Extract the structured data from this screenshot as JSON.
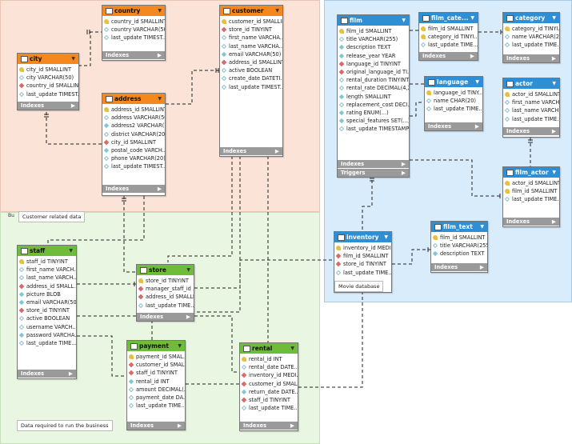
{
  "regions": {
    "customer": {
      "label": "Customer related data"
    },
    "business": {
      "label": "Data required to run the business",
      "tag": "Bu"
    },
    "movie": {
      "label": "Movie database"
    }
  },
  "colors": {
    "orange": "#f5871f",
    "blue": "#2f8fd4",
    "green": "#6fbb3a"
  },
  "tables": {
    "country": {
      "name": "country",
      "cols": [
        "country_id SMALLINT",
        "country VARCHAR(50)",
        "last_update TIMEST..."
      ],
      "sections": [
        "Indexes"
      ]
    },
    "city": {
      "name": "city",
      "cols": [
        "city_id SMALLINT",
        "city VARCHAR(50)",
        "country_id SMALLINT",
        "last_update TIMEST..."
      ],
      "sections": [
        "Indexes"
      ]
    },
    "customer": {
      "name": "customer",
      "cols": [
        "customer_id SMALLINT",
        "store_id TINYINT",
        "first_name VARCHA...",
        "last_name VARCHA...",
        "email VARCHAR(50)",
        "address_id SMALLINT",
        "active BOOLEAN",
        "create_date DATETI...",
        "last_update TIMEST..."
      ],
      "sections": [
        "Indexes"
      ]
    },
    "address": {
      "name": "address",
      "cols": [
        "address_id SMALLINT",
        "address VARCHAR(50)",
        "address2 VARCHAR(...",
        "district VARCHAR(20)",
        "city_id SMALLINT",
        "postal_code VARCH...",
        "phone VARCHAR(20)",
        "last_update TIMEST..."
      ],
      "sections": [
        "Indexes"
      ]
    },
    "film": {
      "name": "film",
      "cols": [
        "film_id SMALLINT",
        "title VARCHAR(255)",
        "description TEXT",
        "release_year YEAR",
        "language_id TINYINT",
        "original_language_id TI...",
        "rental_duration TINYINT",
        "rental_rate DECIMAL(4,2)",
        "length SMALLINT",
        "replacement_cost DECI...",
        "rating ENUM(...)",
        "special_features SET(...)",
        "last_update TIMESTAMP"
      ],
      "sections": [
        "Indexes",
        "Triggers"
      ]
    },
    "film_category": {
      "name": "film_cate...",
      "cols": [
        "film_id SMALLINT",
        "category_id TINYI...",
        "last_update TIME..."
      ],
      "sections": [
        "Indexes"
      ]
    },
    "category": {
      "name": "category",
      "cols": [
        "category_id TINYI...",
        "name VARCHAR(25)",
        "last_update TIME..."
      ],
      "sections": [
        "Indexes"
      ]
    },
    "language": {
      "name": "language",
      "cols": [
        "language_id TINY...",
        "name CHAR(20)",
        "last_update TIME..."
      ],
      "sections": [
        "Indexes"
      ]
    },
    "actor": {
      "name": "actor",
      "cols": [
        "actor_id SMALLINT",
        "first_name VARCH...",
        "last_name VARCH...",
        "last_update TIME..."
      ],
      "sections": [
        "Indexes"
      ]
    },
    "film_actor": {
      "name": "film_actor",
      "cols": [
        "actor_id SMALLINT",
        "film_id SMALLINT",
        "last_update TIME..."
      ],
      "sections": [
        "Indexes"
      ]
    },
    "film_text": {
      "name": "film_text",
      "cols": [
        "film_id SMALLINT",
        "title VARCHAR(255)",
        "description TEXT"
      ],
      "sections": [
        "Indexes"
      ]
    },
    "inventory": {
      "name": "inventory",
      "cols": [
        "inventory_id MEDI...",
        "film_id SMALLINT",
        "store_id TINYINT",
        "last_update TIME..."
      ],
      "sections": []
    },
    "staff": {
      "name": "staff",
      "cols": [
        "staff_id TINYINT",
        "first_name VARCH...",
        "last_name VARCH...",
        "address_id SMALL...",
        "picture BLOB",
        "email VARCHAR(50)",
        "store_id TINYINT",
        "active BOOLEAN",
        "username VARCH...",
        "password VARCHA...",
        "last_update TIME..."
      ],
      "sections": [
        "Indexes"
      ]
    },
    "store": {
      "name": "store",
      "cols": [
        "store_id TINYINT",
        "manager_staff_id ...",
        "address_id SMALLI...",
        "last_update TIME..."
      ],
      "sections": [
        "Indexes"
      ]
    },
    "payment": {
      "name": "payment",
      "cols": [
        "payment_id SMAL...",
        "customer_id SMAL...",
        "staff_id TINYINT",
        "rental_id INT",
        "amount DECIMAL(...",
        "payment_date DA...",
        "last_update TIME..."
      ],
      "sections": [
        "Indexes"
      ]
    },
    "rental": {
      "name": "rental",
      "cols": [
        "rental_id INT",
        "rental_date DATE...",
        "inventory_id MEDI...",
        "customer_id SMAL...",
        "return_date DATE...",
        "staff_id TINYINT",
        "last_update TIME..."
      ],
      "sections": [
        "Indexes"
      ]
    }
  }
}
